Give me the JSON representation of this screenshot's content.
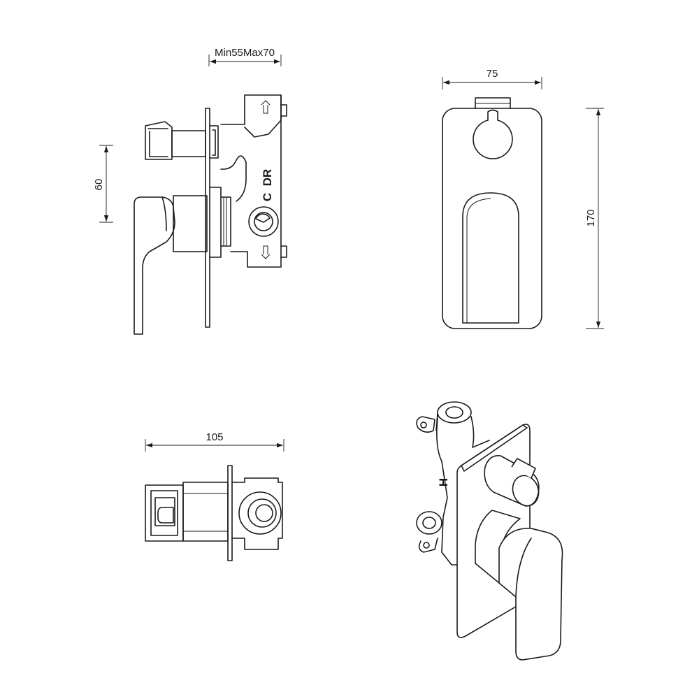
{
  "dimensions": {
    "depth_range": "Min55Max70",
    "height_offset": "60",
    "plate_width": "75",
    "plate_height": "170",
    "body_depth": "105"
  },
  "body_markings": {
    "cold": "C",
    "diverter": "DR",
    "hot": "H"
  },
  "views": [
    "side-view",
    "front-view",
    "top-view",
    "isometric-view"
  ]
}
